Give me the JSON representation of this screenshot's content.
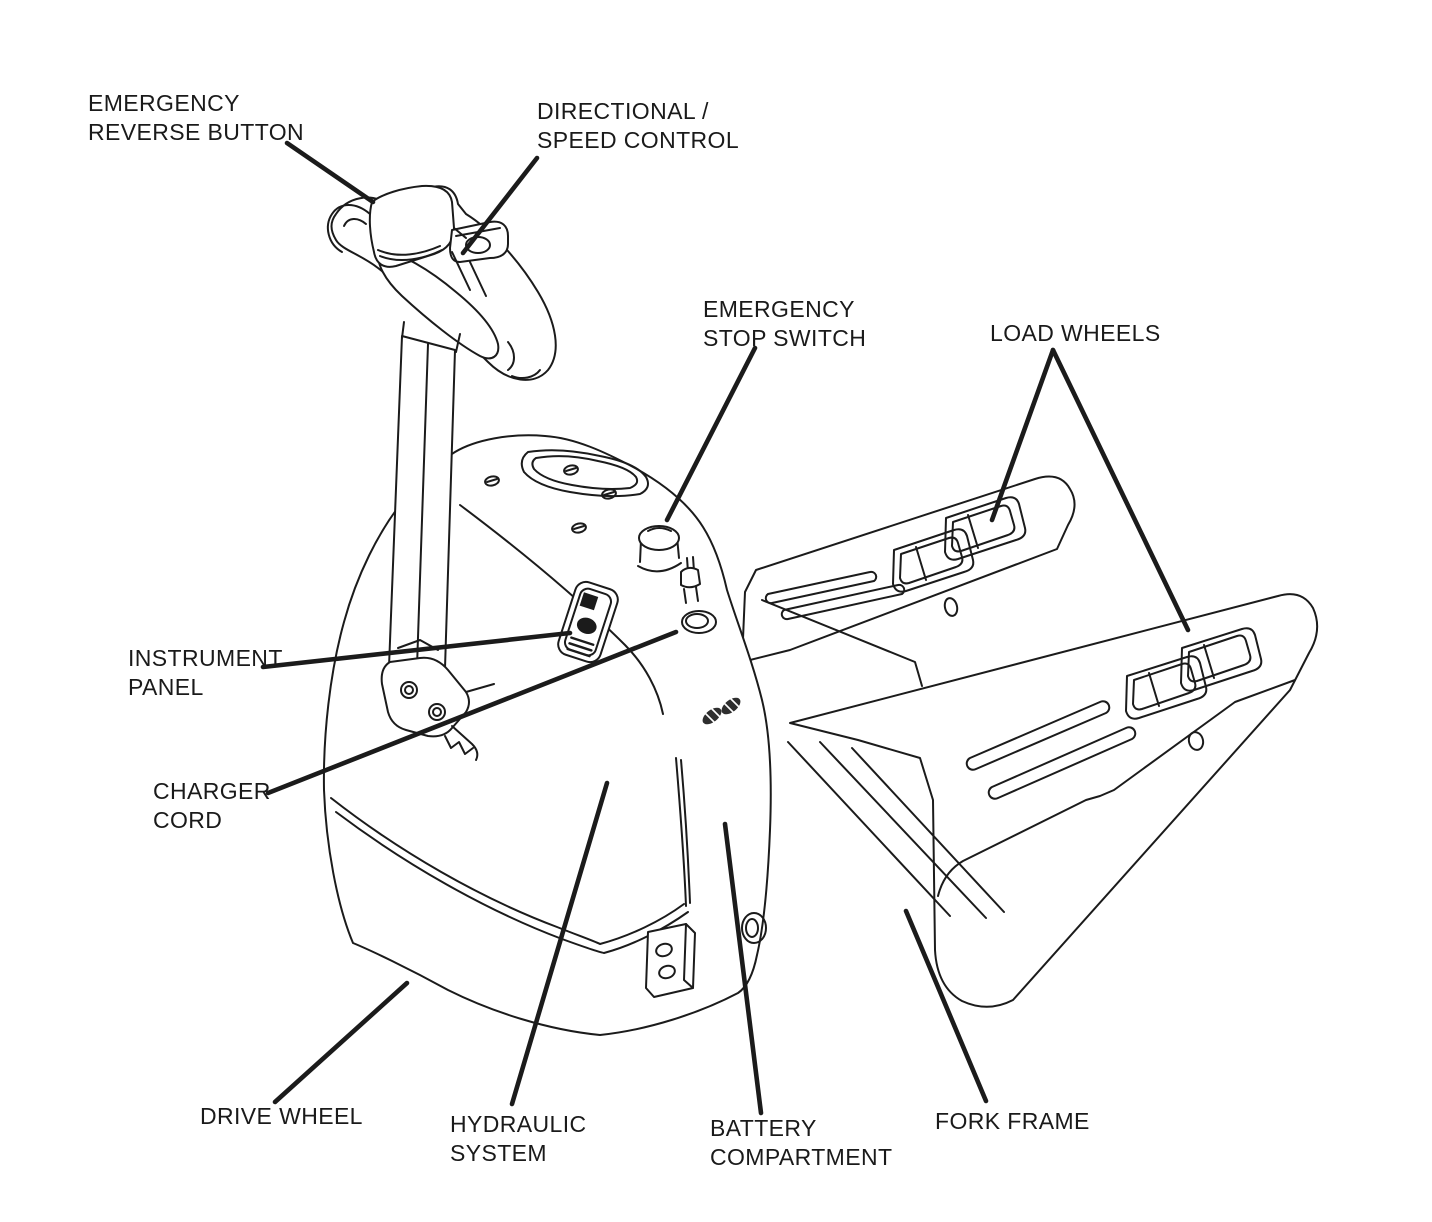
{
  "diagram": {
    "background_color": "#ffffff",
    "line_color": "#1b1b1b",
    "labels": {
      "emergency_reverse_button": {
        "text": "EMERGENCY\nREVERSE BUTTON"
      },
      "directional_speed_control": {
        "text": "DIRECTIONAL /\nSPEED CONTROL"
      },
      "emergency_stop_switch": {
        "text": "EMERGENCY\nSTOP SWITCH"
      },
      "load_wheels": {
        "text": "LOAD WHEELS"
      },
      "instrument_panel": {
        "text": "INSTRUMENT\nPANEL"
      },
      "charger_cord": {
        "text": "CHARGER\nCORD"
      },
      "drive_wheel": {
        "text": "DRIVE WHEEL"
      },
      "hydraulic_system": {
        "text": "HYDRAULIC\nSYSTEM"
      },
      "battery_compartment": {
        "text": "BATTERY\nCOMPARTMENT"
      },
      "fork_frame": {
        "text": "FORK FRAME"
      }
    }
  }
}
